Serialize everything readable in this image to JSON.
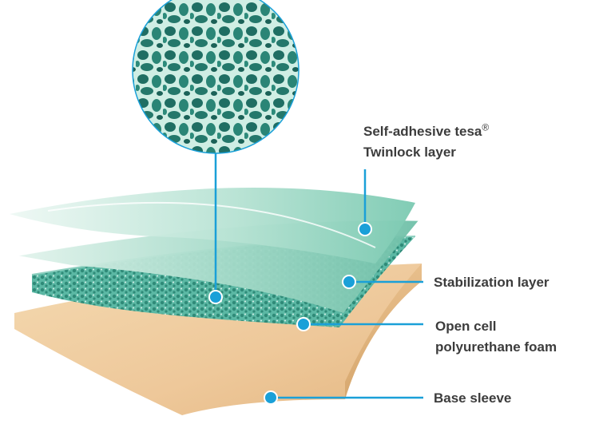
{
  "labels": {
    "twinlock_line1": "Self-adhesive tesa",
    "twinlock_reg": "®",
    "twinlock_line2": "Twinlock layer",
    "stabilization": "Stabilization layer",
    "foam_line1": "Open cell",
    "foam_line2": "polyurethane foam",
    "base_sleeve": "Base sleeve"
  },
  "colors": {
    "accent_blue": "#1aa0d8",
    "foam_teal": "#4fb3a0",
    "layer_mint": "#7cc9b4",
    "base_tan": "#ecc89a",
    "text": "#3c3c3c"
  }
}
